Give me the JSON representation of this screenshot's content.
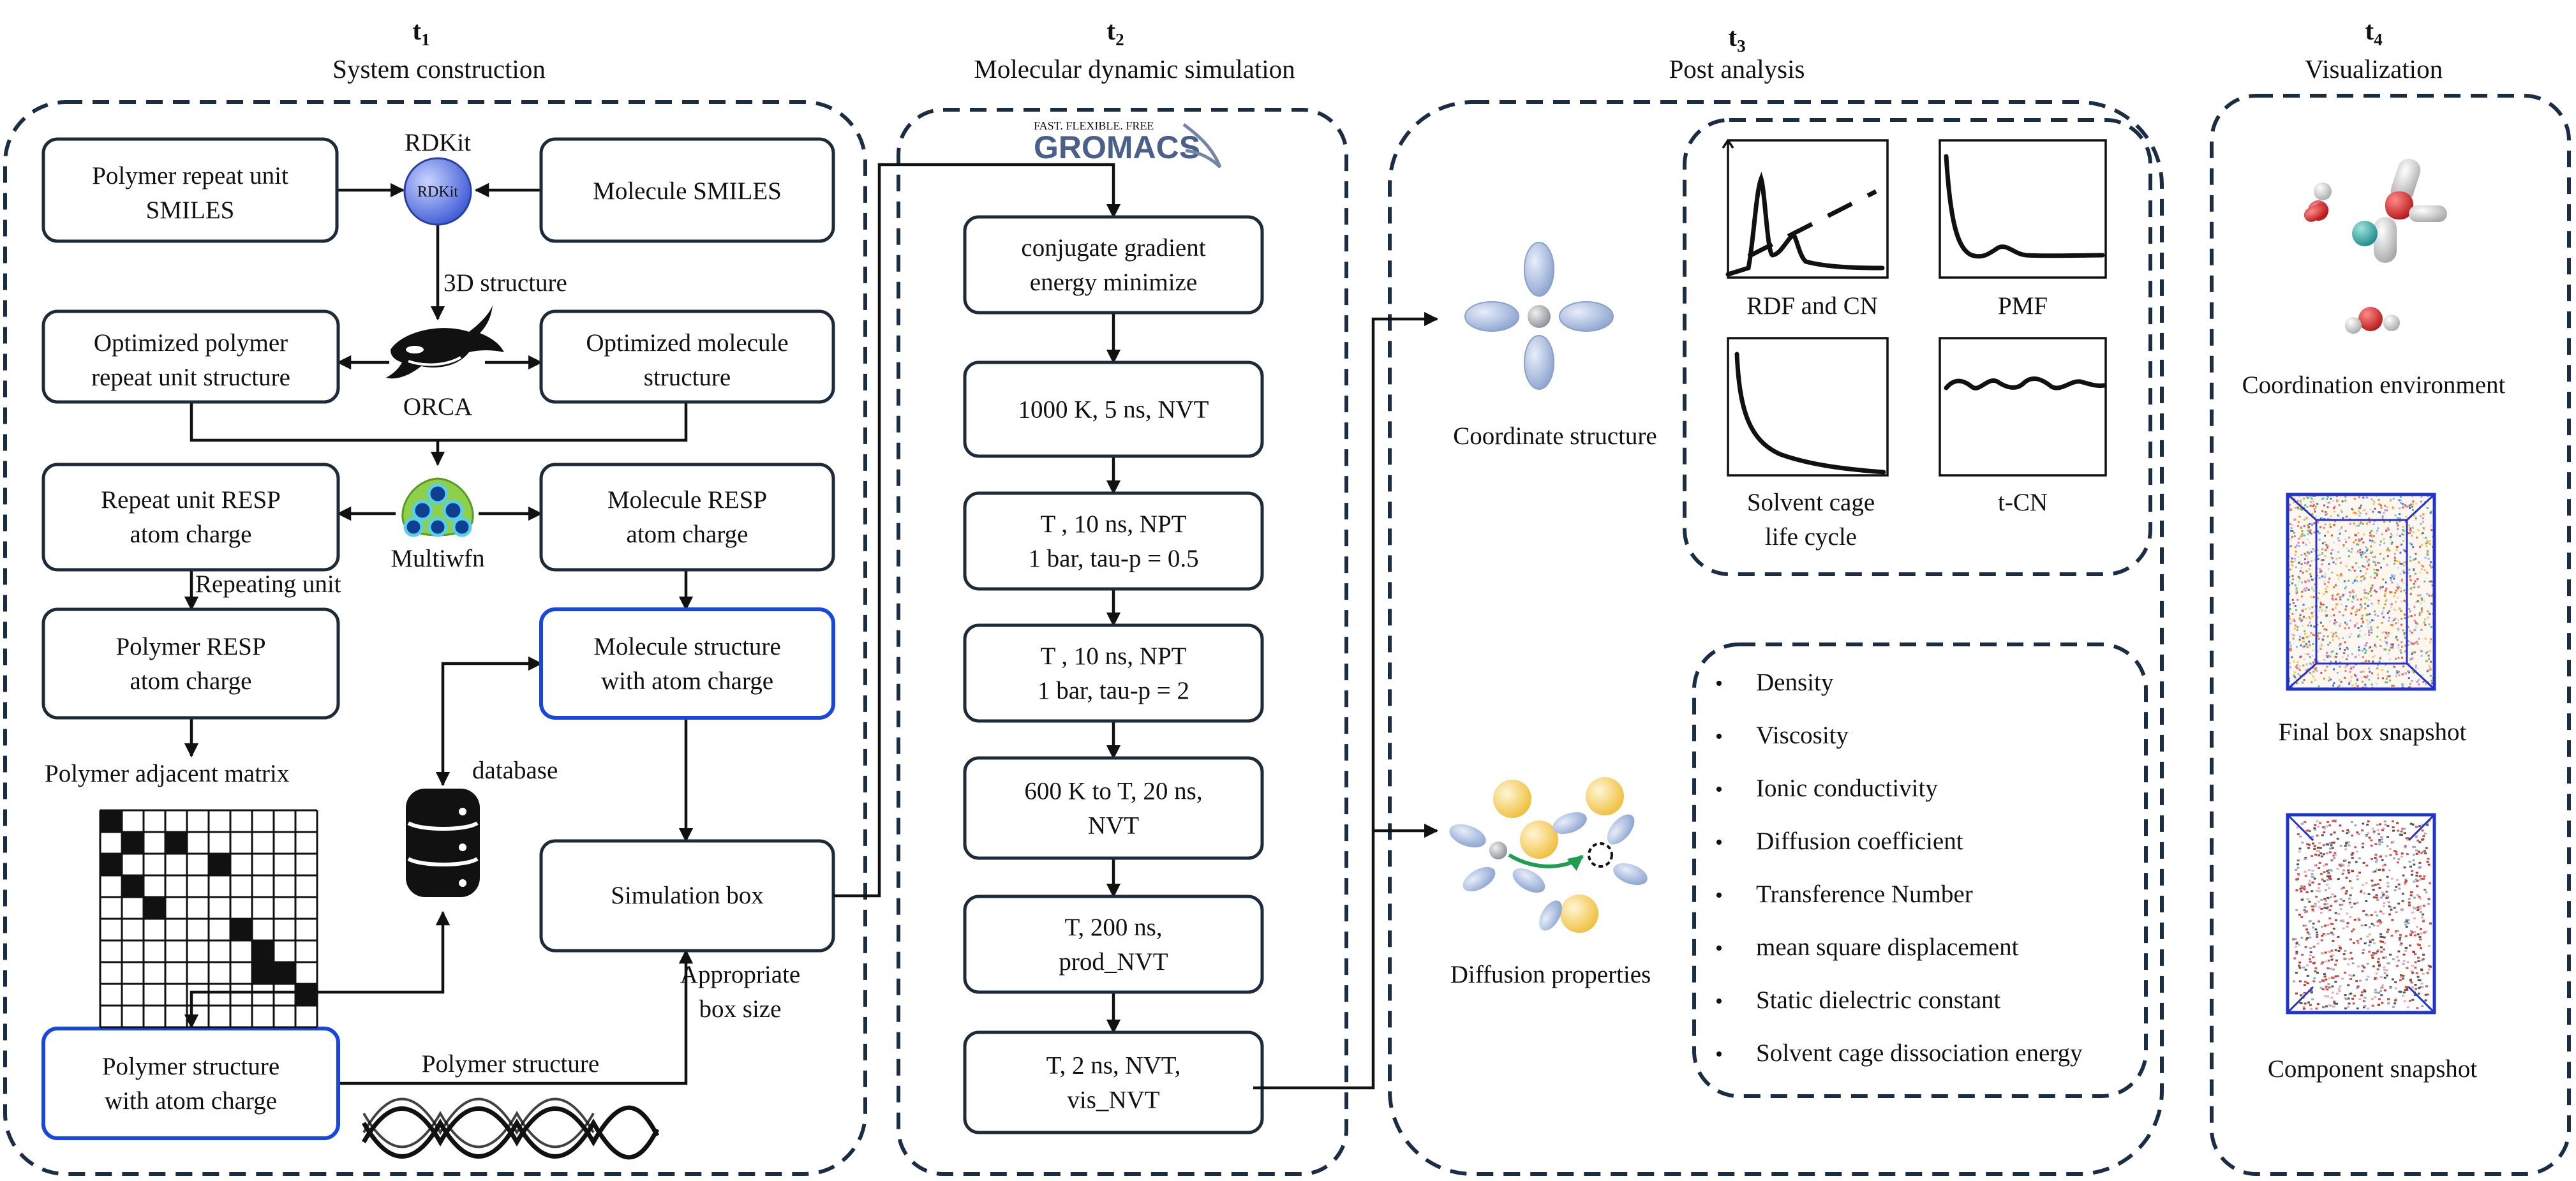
{
  "headers": [
    {
      "sub": "1",
      "title": "System construction"
    },
    {
      "sub": "2",
      "title": "Molecular dynamic simulation"
    },
    {
      "sub": "3",
      "title": "Post analysis"
    },
    {
      "sub": "4",
      "title": "Visualization"
    }
  ],
  "t_letter": "t",
  "construction": {
    "rdkit_label": "RDKit",
    "rdkit_logo_text": "RDKit",
    "polymer_smiles": [
      "Polymer repeat unit",
      "SMILES"
    ],
    "molecule_smiles": "Molecule SMILES",
    "structure_3d": "3D structure",
    "opt_polymer": [
      "Optimized polymer",
      "repeat unit structure"
    ],
    "opt_molecule": [
      "Optimized molecule",
      "structure"
    ],
    "orca_label": "ORCA",
    "repeat_resp": [
      "Repeat unit RESP",
      "atom charge"
    ],
    "molecule_resp": [
      "Molecule RESP",
      "atom charge"
    ],
    "multiwfn_label": "Multiwfn",
    "repeating_unit": "Repeating unit",
    "polymer_resp": [
      "Polymer RESP",
      "atom charge"
    ],
    "molecule_charge": [
      "Molecule structure",
      "with atom charge"
    ],
    "database_label": "database",
    "adjacent_matrix": "Polymer adjacent matrix",
    "simulation_box": "Simulation box",
    "appropriate_box": [
      "Appropriate",
      "box size"
    ],
    "polymer_charge": [
      "Polymer structure",
      "with atom charge"
    ],
    "polymer_structure": "Polymer structure"
  },
  "md": {
    "gromacs_tagline": "FAST. FLEXIBLE. FREE",
    "gromacs_name": "GROMACS",
    "steps": [
      [
        "conjugate gradient",
        "energy minimize"
      ],
      [
        "1000 K, 5 ns, NVT"
      ],
      [
        "T , 10 ns, NPT",
        "1 bar, tau-p = 0.5"
      ],
      [
        "T , 10 ns, NPT",
        "1 bar, tau-p = 2"
      ],
      [
        "600 K to T, 20 ns,",
        "NVT"
      ],
      [
        "T,  200 ns,",
        "prod_NVT"
      ],
      [
        "T,  2 ns, NVT,",
        "vis_NVT"
      ]
    ]
  },
  "analysis": {
    "coordinate_structure": "Coordinate structure",
    "diffusion_properties": "Diffusion properties",
    "plots": [
      "RDF and CN",
      "PMF",
      "Solvent cage",
      "life cycle",
      "t-CN"
    ],
    "properties": [
      "Density",
      "Viscosity",
      "Ionic conductivity",
      "Diffusion coefficient",
      "Transference Number",
      "mean square displacement",
      "Static dielectric constant",
      "Solvent cage dissociation energy"
    ]
  },
  "visualization": {
    "coordination_env": "Coordination environment",
    "final_box": "Final box snapshot",
    "component": "Component snapshot"
  },
  "colors": {
    "panel_border": "#1b2d45",
    "highlight_box": "#1846e0",
    "ellipse_blue": "#9fb3d8",
    "ion_yellow": "#f4c74c",
    "arrow_green": "#1e9e50"
  }
}
